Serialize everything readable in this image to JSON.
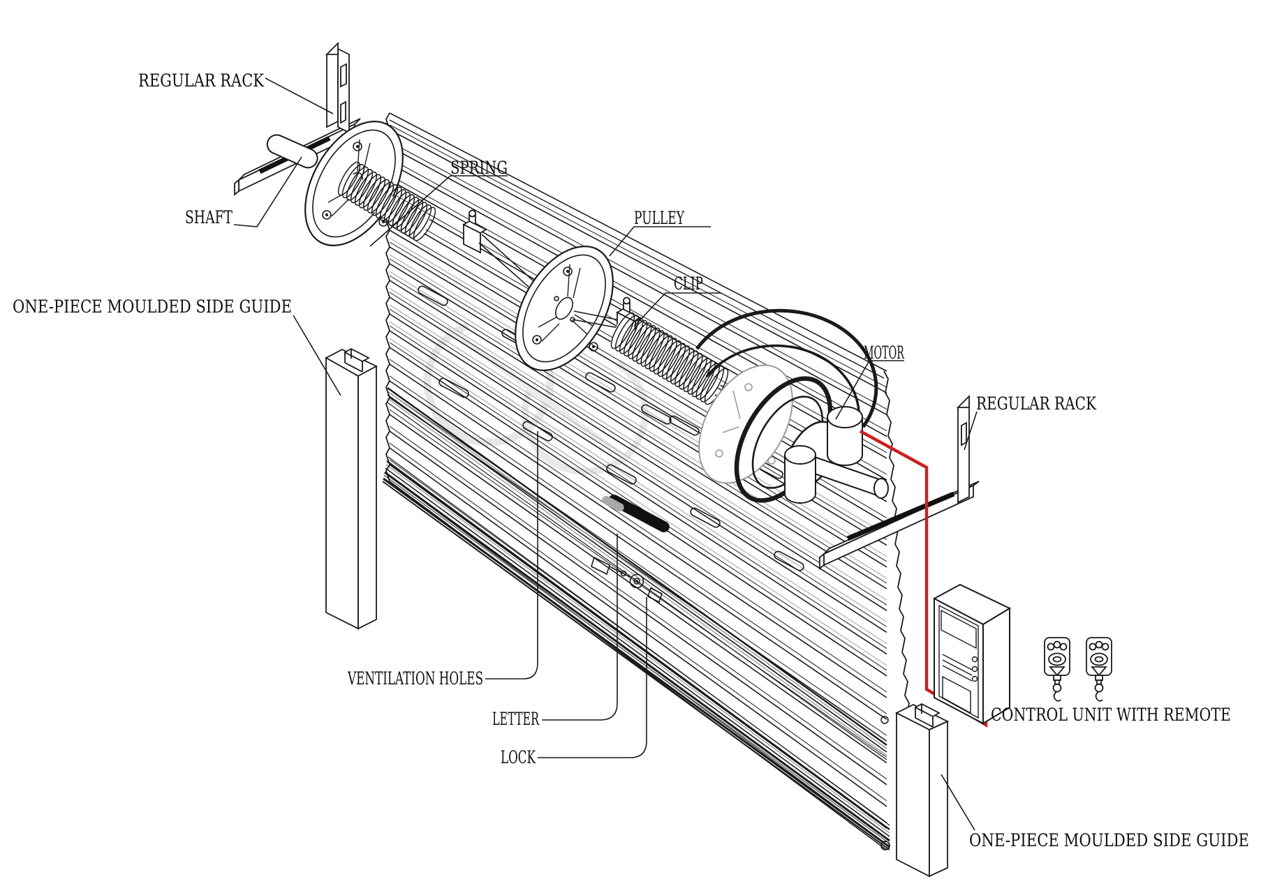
{
  "diagram": {
    "type": "technical-exploded-diagram",
    "subject": "roller shutter door assembly",
    "labels": {
      "regular_rack_left": "REGULAR RACK",
      "shaft": "SHAFT",
      "spring": "SPRING",
      "pulley": "PULLEY",
      "clip": "CLIP",
      "motor": "MOTOR",
      "regular_rack_right": "REGULAR RACK",
      "side_guide_left": "ONE-PIECE MOULDED SIDE GUIDE",
      "ventilation_holes": "VENTILATION HOLES",
      "letter": "LETTER",
      "lock": "LOCK",
      "control_unit": "CONTROL UNIT WITH REMOTE",
      "side_guide_right": "ONE-PIECE MOULDED SIDE GUIDE"
    },
    "colors": {
      "line": "#1a1a1a",
      "shadow_gray": "#b8b8b8",
      "wire_red": "#cc1f1f",
      "background": "#ffffff"
    }
  }
}
